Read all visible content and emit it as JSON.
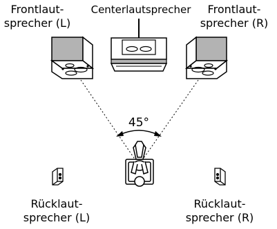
{
  "labels": {
    "front_left": [
      "Frontlaut-",
      "sprecher (L)"
    ],
    "center": "Centerlautsprecher",
    "front_right": [
      "Frontlaut-",
      "sprecher (R)"
    ],
    "angle": "45°",
    "rear_left": [
      "Rücklaut-",
      "sprecher (L)"
    ],
    "rear_right": [
      "Rücklaut-",
      "sprecher (R)"
    ]
  },
  "colors": {
    "speaker_face": "#b3b3b3",
    "line": "#000000"
  }
}
